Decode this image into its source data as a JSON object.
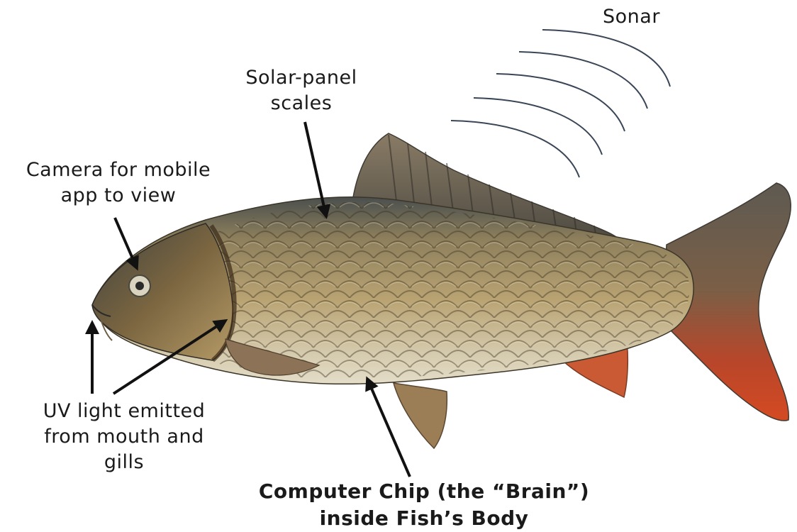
{
  "labels": {
    "sonar": "Sonar",
    "solar_panel_scales": "Solar-panel\nscales",
    "camera": "Camera for mobile\napp to view",
    "uv_light": "UV light emitted\nfrom mouth and\ngills",
    "computer_chip": "Computer Chip (the “Brain”)\ninside Fish’s Body"
  },
  "colors": {
    "arrow": "#111111",
    "sonar_arc": "#3a4656",
    "fish_body": "#b19a6a",
    "fish_back": "#4d5352",
    "fish_belly": "#d8cfb4",
    "fin_red": "#c8462a",
    "fin_dark": "#6b6457"
  }
}
